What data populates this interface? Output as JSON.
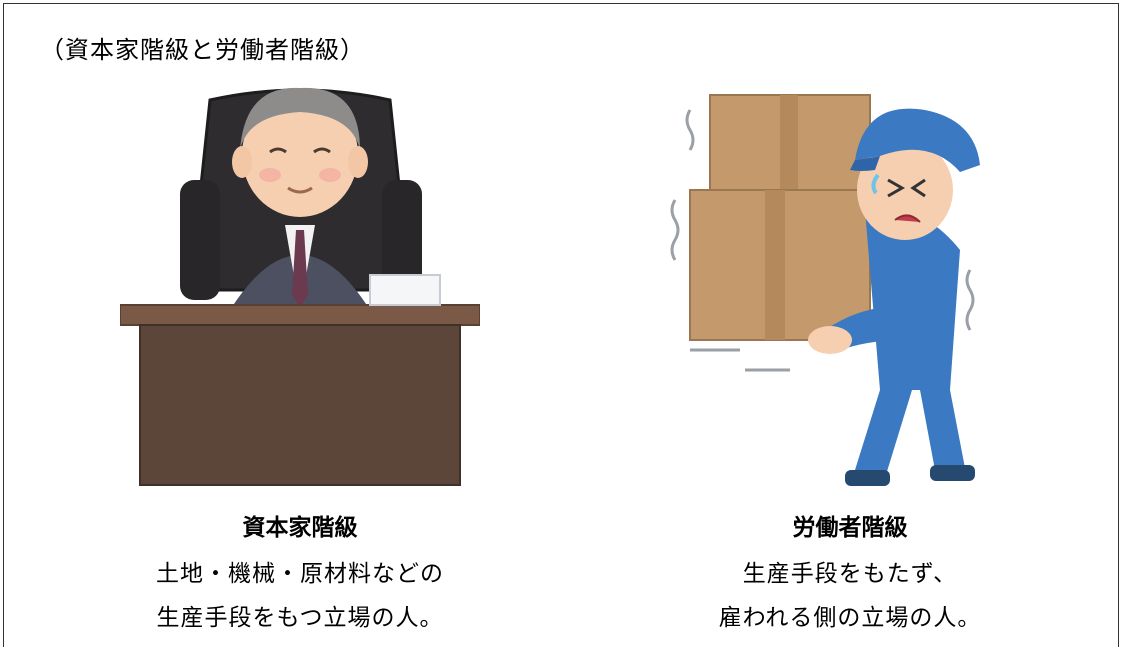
{
  "heading": "（資本家階級と労働者階級）",
  "capitalist": {
    "title": "資本家階級",
    "lines": [
      "土地・機械・原材料などの",
      "生産手段をもつ立場の人。"
    ]
  },
  "worker": {
    "title": "労働者階級",
    "lines": [
      "生産手段をもたず、",
      "雇われる側の立場の人。"
    ]
  },
  "colors": {
    "desk_top": "#7a5a47",
    "desk_body": "#5b4639",
    "chair": "#2f2c30",
    "suit": "#4d5060",
    "worker_uniform": "#3b79c2",
    "box": "#c49a6c"
  },
  "icons": [
    "capitalist-illustration",
    "worker-illustration"
  ]
}
